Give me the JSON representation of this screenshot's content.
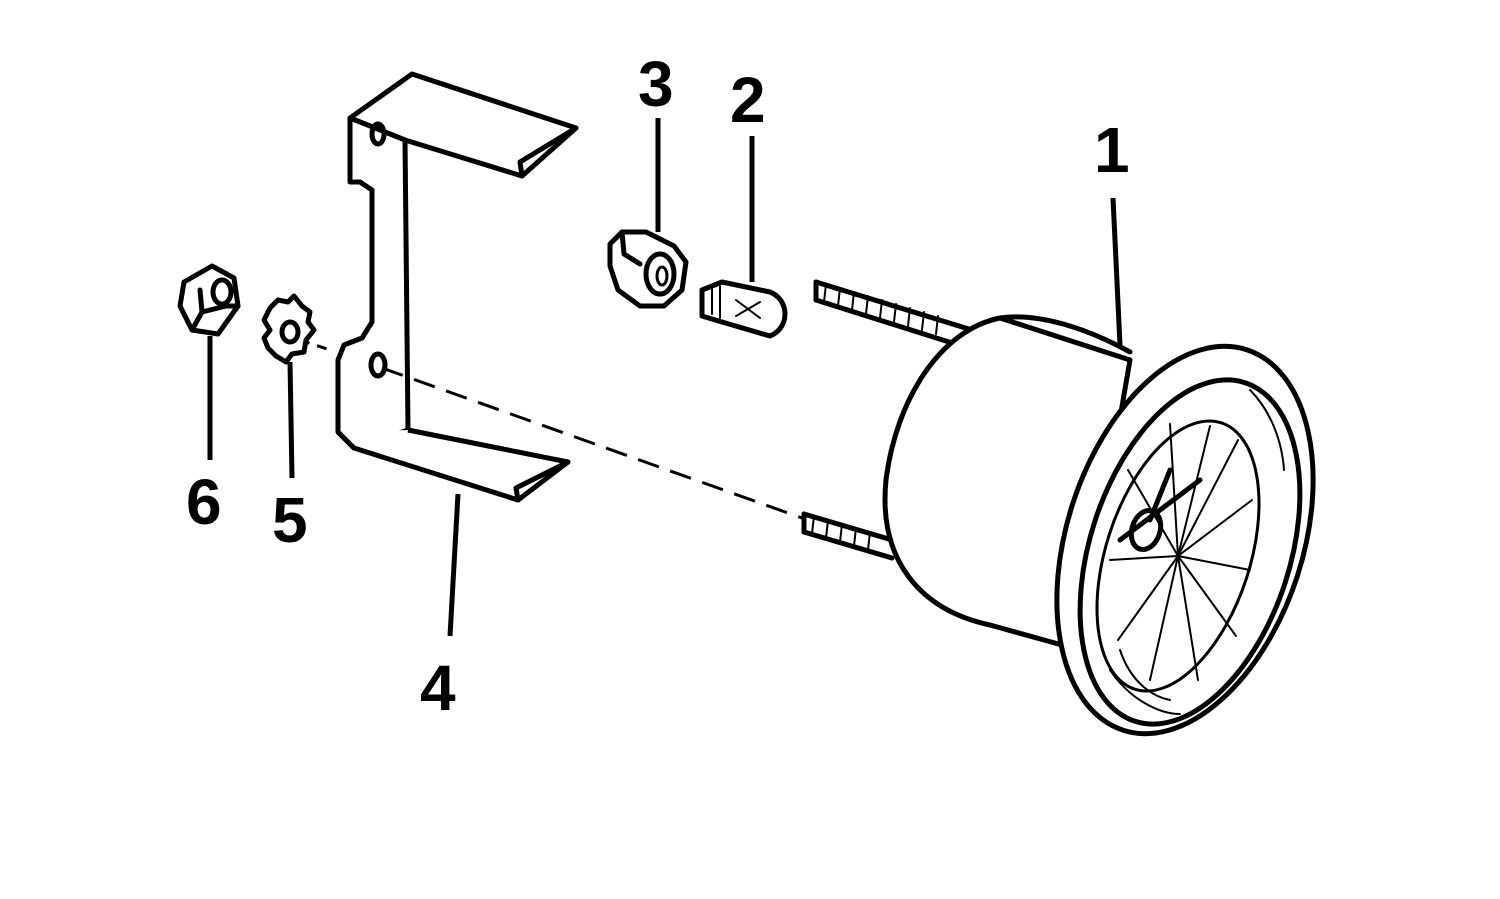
{
  "diagram": {
    "type": "exploded-parts-view",
    "callouts": [
      {
        "number": "1",
        "part": "gauge"
      },
      {
        "number": "2",
        "part": "bulb"
      },
      {
        "number": "3",
        "part": "bulb-socket"
      },
      {
        "number": "4",
        "part": "mounting-bracket"
      },
      {
        "number": "5",
        "part": "lock-washer"
      },
      {
        "number": "6",
        "part": "nut"
      }
    ]
  }
}
